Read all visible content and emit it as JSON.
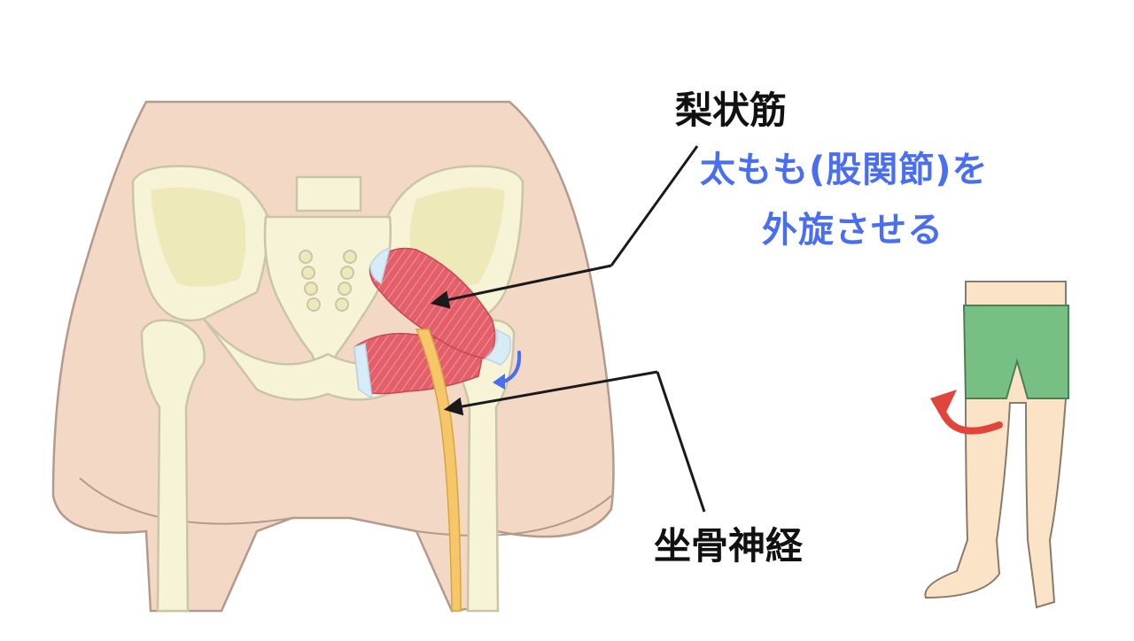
{
  "labels": {
    "piriformis": "梨状筋",
    "function_line1": "太もも(股関節)を",
    "function_line2": "外旋させる",
    "sciatic_nerve": "坐骨神経"
  },
  "colors": {
    "skin": "#f3d8c6",
    "skin_outline": "#b39a8c",
    "bone": "#f7f3d6",
    "bone_shadow": "#eee9b9",
    "bone_outline": "#c9c6a8",
    "muscle": "#e0606a",
    "muscle_tendon": "#d6ecf6",
    "nerve": "#f6c76a",
    "shorts": "#77bf82",
    "leg_skin": "#fbe3c8",
    "rotation_arrow_blue": "#4a6ef0",
    "rotation_arrow_red": "#e0443a",
    "pointer_line": "#1a1a1a",
    "text_blue": "#4a6ef0"
  },
  "icons": {
    "external_rotation_small": "curved-arrow-icon",
    "leg_rotation": "curved-arrow-icon"
  }
}
